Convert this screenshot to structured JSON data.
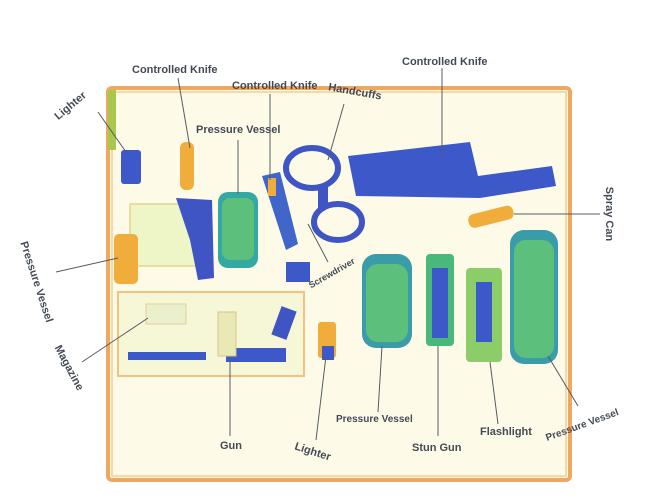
{
  "labels": {
    "lighter_top": "Lighter",
    "knife_left": "Controlled Knife",
    "knife_mid": "Controlled Knife",
    "handcuffs": "Handcuffs",
    "knife_right": "Controlled Knife",
    "spray_can": "Spray Can",
    "pressure_vessel_top": "Pressure Vessel",
    "pressure_vessel_left": "Pressure Vessel",
    "screwdriver": "Screwdriver",
    "magazine": "Magazine",
    "gun": "Gun",
    "lighter_bottom": "Lighter",
    "pressure_vessel_bottom": "Pressure Vessel",
    "stun_gun": "Stun Gun",
    "flashlight": "Flashlight",
    "pressure_vessel_right": "Pressure Vessel"
  }
}
